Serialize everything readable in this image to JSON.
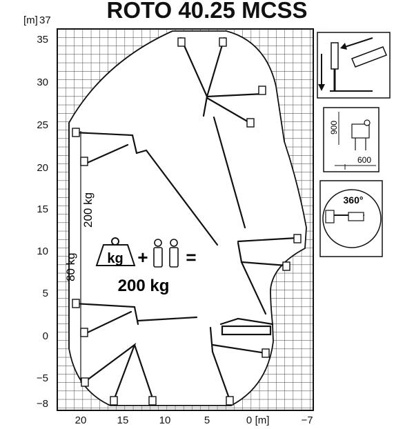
{
  "title": "ROTO 40.25  MCSS",
  "y_axis": {
    "unit_label": "[m]",
    "top_value": "37",
    "ticks": [
      "35",
      "30",
      "25",
      "20",
      "15",
      "10",
      "5",
      "0",
      "−5",
      "−8"
    ]
  },
  "x_axis": {
    "unit_label": "[m]",
    "ticks": [
      "20",
      "15",
      "10",
      "5",
      "0",
      "−7"
    ]
  },
  "load_zones": [
    {
      "label": "200 kg"
    },
    {
      "label": "80 kg"
    }
  ],
  "capacity_formula": {
    "weight_label": "kg",
    "plus": "+",
    "equals": "=",
    "result": "200 kg"
  },
  "side_panels": {
    "platform_width": "600",
    "platform_height": "900",
    "rotation": "360°"
  },
  "colors": {
    "line": "#111111",
    "grid": "#333333",
    "background": "#ffffff"
  }
}
